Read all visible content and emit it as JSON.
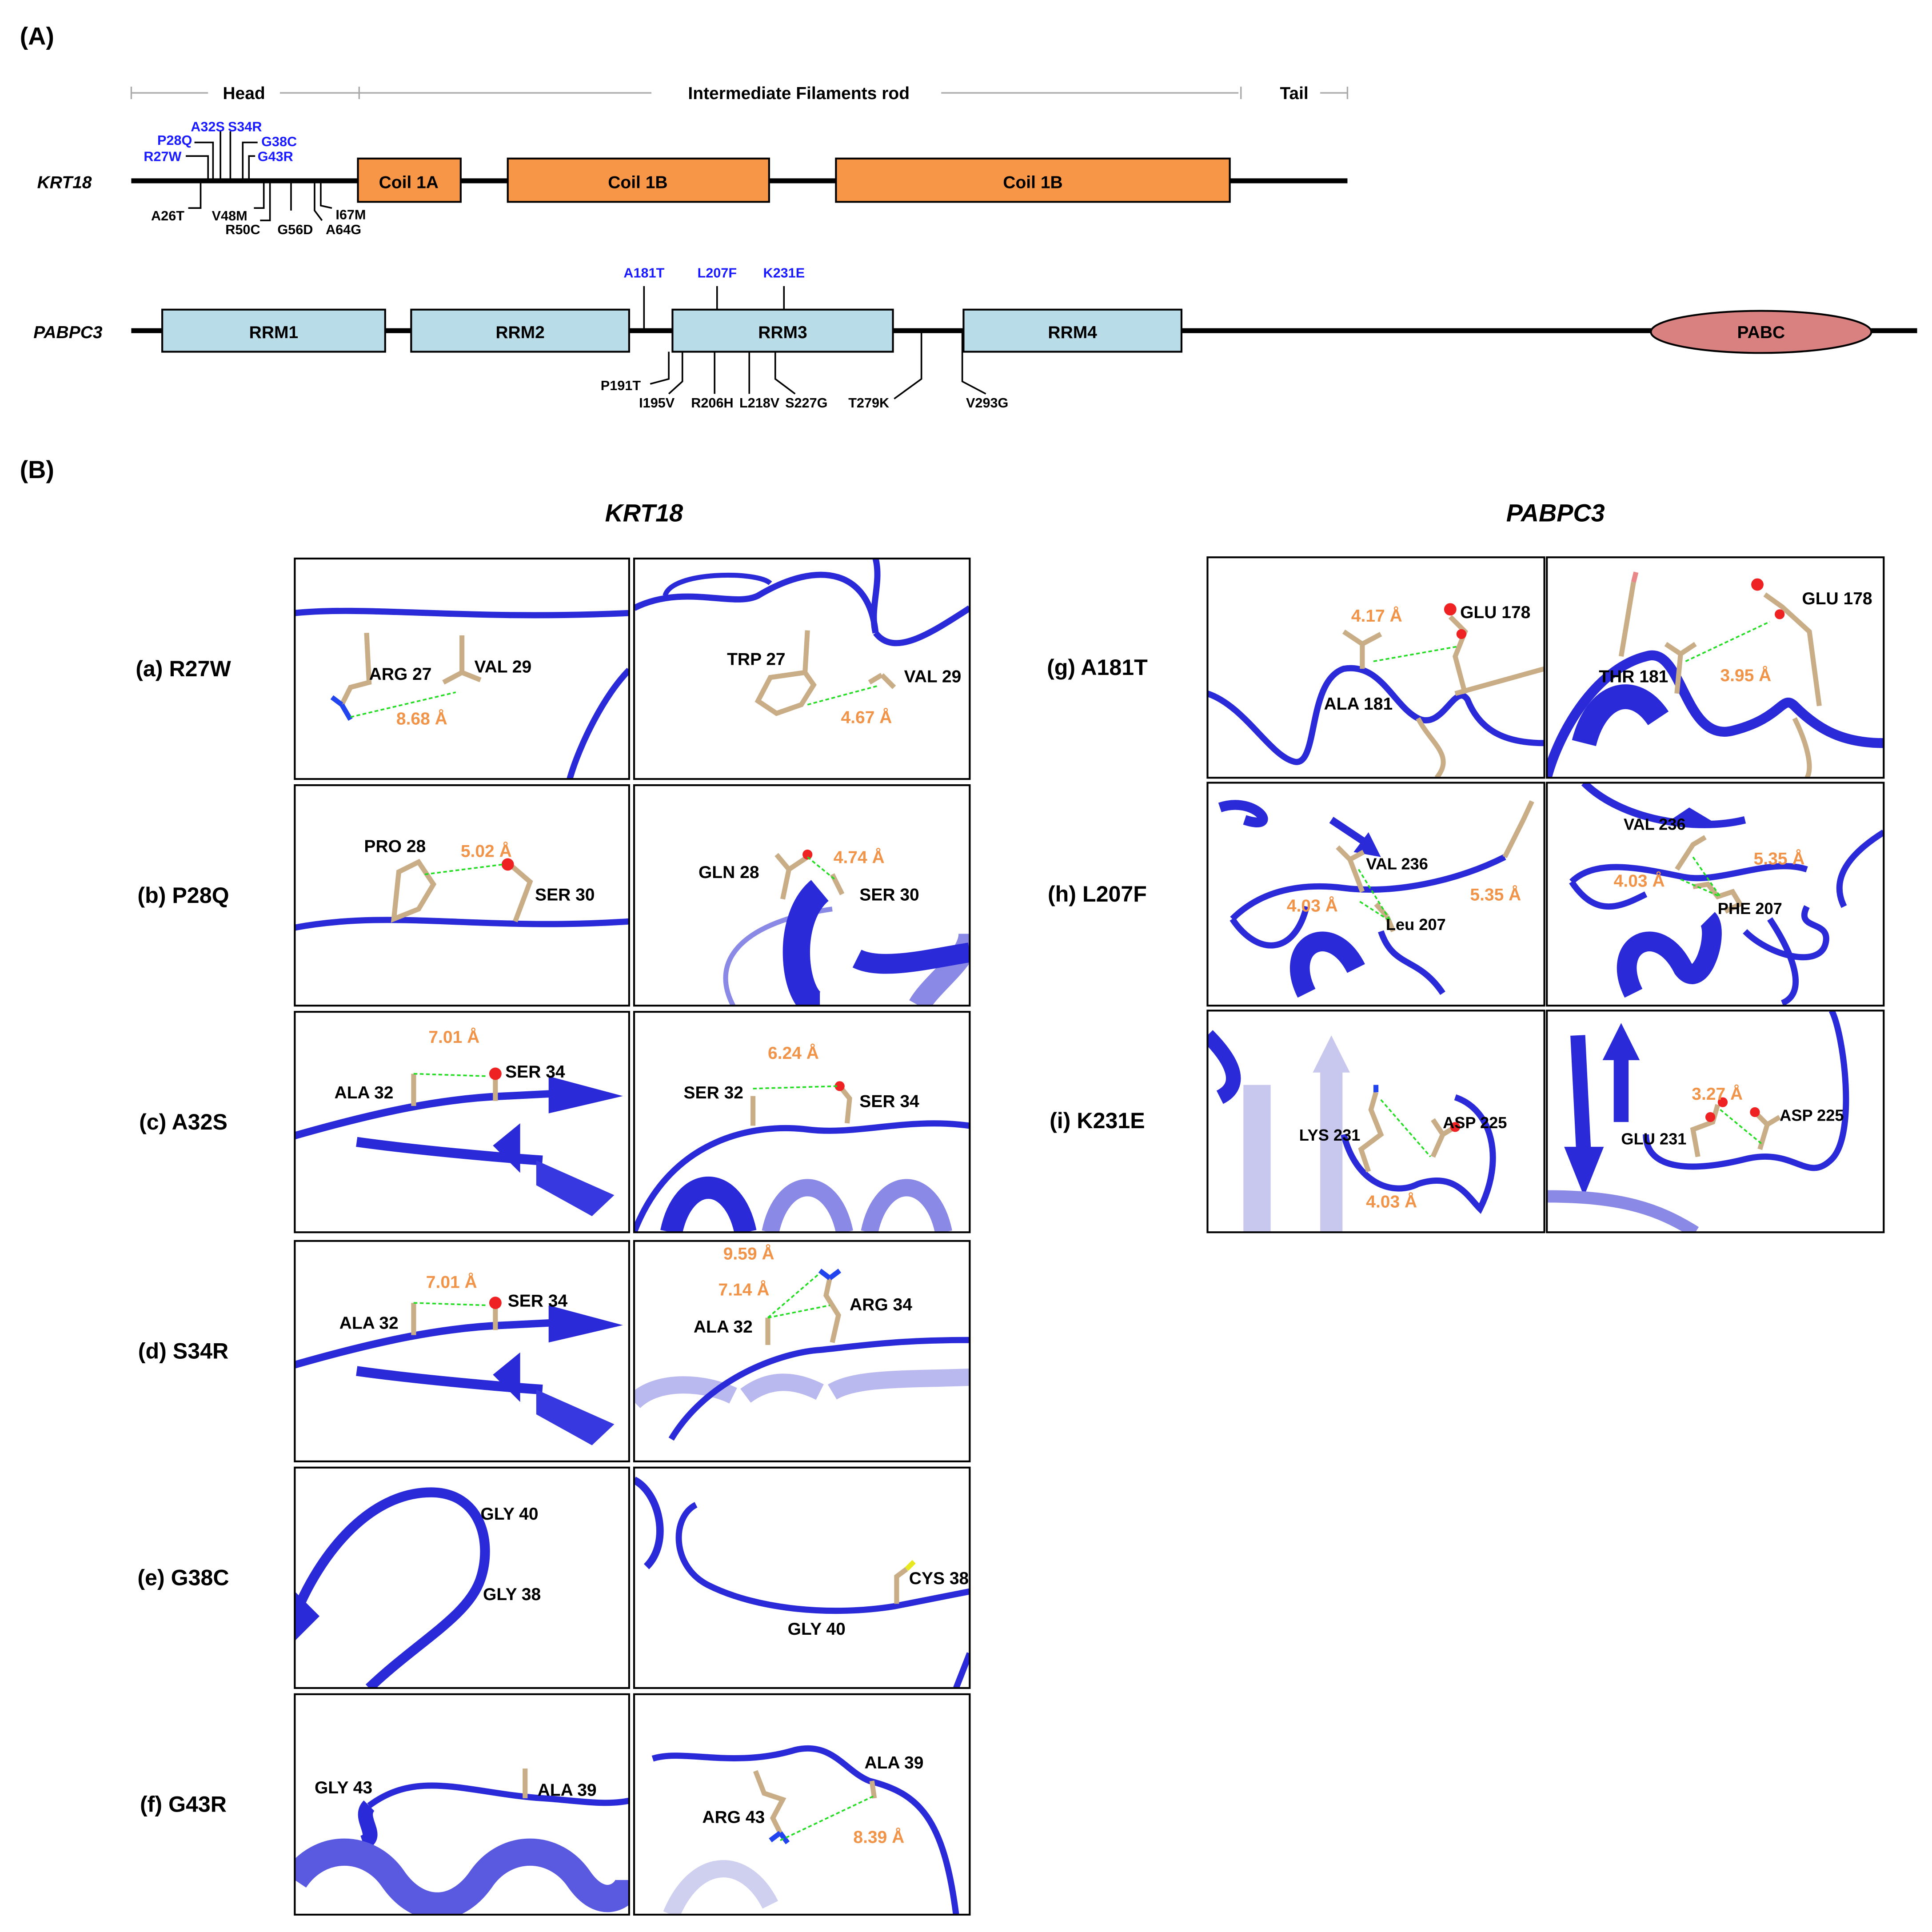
{
  "colors": {
    "mutation_highlight": "#1a1aff",
    "distance_label": "#f0944a",
    "hbond": "#22dd22",
    "ribbon": "#2a2ad8",
    "ribbon_light": "#8a8ae6",
    "stick": "#c9ad86",
    "oxygen": "#ee2222",
    "nitrogen": "#2244ee",
    "sulfur": "#e8e820",
    "coil_fill": "#f79646",
    "rrm_fill": "#b8dce8",
    "pabc_fill": "#d98080"
  },
  "panelA": {
    "label": "(A)",
    "regions": {
      "head": "Head",
      "rod": "Intermediate Filaments rod",
      "tail": "Tail"
    },
    "krt18": {
      "gene": "KRT18",
      "domains": [
        "Coil 1A",
        "Coil 1B",
        "Coil 1B"
      ],
      "top_mutations": [
        "P28Q",
        "A32S",
        "S34R",
        "R27W",
        "G38C",
        "G43R"
      ],
      "bottom_mutations": [
        "A26T",
        "V48M",
        "R50C",
        "G56D",
        "A64G",
        "I67M"
      ]
    },
    "pabpc3": {
      "gene": "PABPC3",
      "domains": [
        "RRM1",
        "RRM2",
        "RRM3",
        "RRM4",
        "PABC"
      ],
      "top_mutations": [
        "A181T",
        "L207F",
        "K231E"
      ],
      "bottom_mutations": [
        "P191T",
        "I195V",
        "R206H",
        "L218V",
        "S227G",
        "T279K",
        "V293G"
      ]
    }
  },
  "panelB": {
    "label": "(B)",
    "krt18_title": "KRT18",
    "pabpc3_title": "PABPC3",
    "krt18_rows": [
      {
        "label": "(a) R27W",
        "wt": {
          "res": [
            "ARG 27",
            "VAL 29"
          ],
          "dist": "8.68 Å"
        },
        "mut": {
          "res": [
            "TRP 27",
            "VAL 29"
          ],
          "dist": "4.67 Å"
        }
      },
      {
        "label": "(b) P28Q",
        "wt": {
          "res": [
            "PRO 28",
            "SER 30"
          ],
          "dist": "5.02 Å"
        },
        "mut": {
          "res": [
            "GLN 28",
            "SER 30"
          ],
          "dist": "4.74 Å"
        }
      },
      {
        "label": "(c) A32S",
        "wt": {
          "res": [
            "ALA 32",
            "SER 34"
          ],
          "dist": "7.01 Å"
        },
        "mut": {
          "res": [
            "SER 32",
            "SER 34"
          ],
          "dist": "6.24 Å"
        }
      },
      {
        "label": "(d) S34R",
        "wt": {
          "res": [
            "ALA 32",
            "SER 34"
          ],
          "dist": "7.01 Å"
        },
        "mut": {
          "res": [
            "ALA 32",
            "ARG 34"
          ],
          "dist": "9.59 Å",
          "dist2": "7.14 Å"
        }
      },
      {
        "label": "(e) G38C",
        "wt": {
          "res": [
            "GLY 40",
            "GLY 38"
          ]
        },
        "mut": {
          "res": [
            "CYS 38",
            "GLY 40"
          ]
        }
      },
      {
        "label": "(f) G43R",
        "wt": {
          "res": [
            "GLY 43",
            "ALA 39"
          ]
        },
        "mut": {
          "res": [
            "ALA 39",
            "ARG 43"
          ],
          "dist": "8.39 Å"
        }
      }
    ],
    "pabpc3_rows": [
      {
        "label": "(g) A181T",
        "wt": {
          "res": [
            "GLU 178",
            "ALA 181"
          ],
          "dist": "4.17 Å"
        },
        "mut": {
          "res": [
            "GLU 178",
            "THR 181"
          ],
          "dist": "3.95 Å"
        }
      },
      {
        "label": "(h) L207F",
        "wt": {
          "res": [
            "VAL 236",
            "Leu 207"
          ],
          "dist": "4.03 Å",
          "dist2": "5.35 Å"
        },
        "mut": {
          "res": [
            "VAL 236",
            "PHE 207"
          ],
          "dist": "4.03 Å",
          "dist2": "5.35 Å"
        }
      },
      {
        "label": "(i) K231E",
        "wt": {
          "res": [
            "LYS 231",
            "ASP 225"
          ],
          "dist": "4.03 Å"
        },
        "mut": {
          "res": [
            "GLU 231",
            "ASP 225"
          ],
          "dist": "3.27 Å"
        }
      }
    ]
  }
}
